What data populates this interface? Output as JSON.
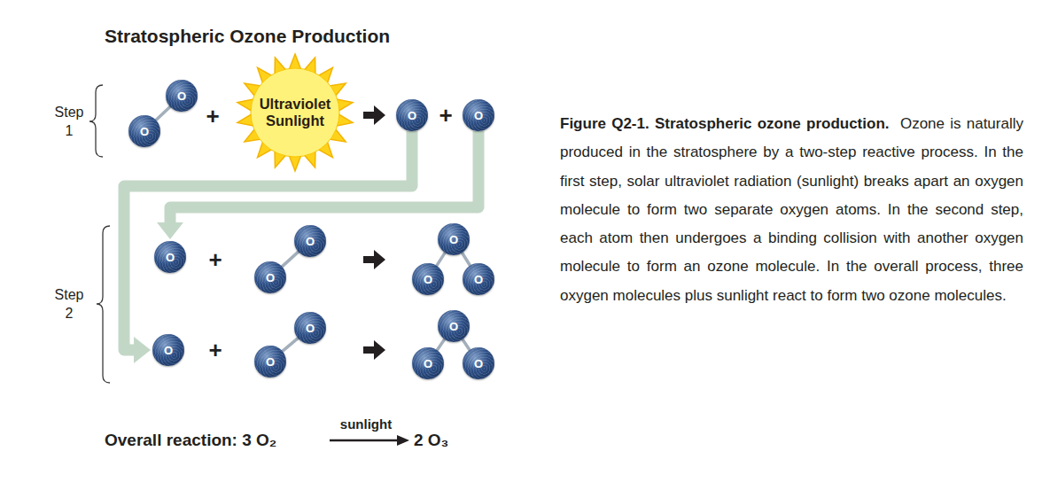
{
  "diagram": {
    "title": "Stratospheric Ozone Production",
    "caption": "Figure Q2-1. Stratospheric ozone production.",
    "nodes": [
      {
        "text": [
          "O"
        ]
      },
      {
        "text": [
          "O"
        ]
      },
      {
        "text": [
          "Ultraviolet Sunlight"
        ]
      },
      {
        "text": [
          "O"
        ]
      },
      {
        "text": [
          "O"
        ]
      },
      {
        "text": [
          "O"
        ]
      },
      {
        "text": [
          "O"
        ]
      },
      {
        "text": [
          "O"
        ]
      },
      {
        "text": [
          "O"
        ]
      },
      {
        "text": [
          "O"
        ]
      },
      {
        "text": [
          "O"
        ]
      },
      {
        "text": [
          "O"
        ]
      },
      {
        "text": [
          "O"
        ]
      },
      {
        "text": [
          "O"
        ]
      },
      {
        "text": [
          "O"
        ]
      },
      {
        "text": [
          "O"
        ]
      },
      {
        "text": [
          "O"
        ]
      }
    ],
    "edges": [
      {
        "from": 0,
        "to": 1,
        "arrow": "none"
      },
      {
        "from": 3,
        "to": 11,
        "arrow": "to"
      },
      {
        "from": 4,
        "to": 5,
        "arrow": "to"
      },
      {
        "from": 6,
        "to": 7,
        "arrow": "none"
      },
      {
        "from": 8,
        "to": 9,
        "arrow": "none"
      },
      {
        "from": 8,
        "to": 10,
        "arrow": "none"
      },
      {
        "from": 12,
        "to": 13,
        "arrow": "none"
      },
      {
        "from": 14,
        "to": 15,
        "arrow": "none"
      },
      {
        "from": 14,
        "to": 16,
        "arrow": "none"
      }
    ],
    "labels": [
      "Step 1",
      "+",
      "+",
      "Step 2",
      "+",
      "+",
      "Overall reaction: 3 O₂",
      "sunlight",
      "2 O₃",
      "Ozone is naturally produced in the stratosphere by a two-step reactive process. In the first step, solar ultraviolet radiation (sunlight) breaks apart an oxygen molecule to form two separate oxygen atoms. In the second step, each atom then undergoes a binding collision with another oxygen molecule to form an ozone molecule. In the overall process, three oxygen molecules plus sunlight react to form two ozone molecules."
    ]
  }
}
